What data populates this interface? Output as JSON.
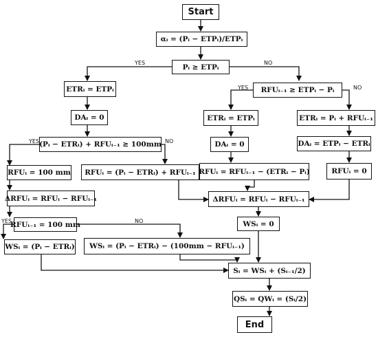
{
  "nodes": {
    "start": "Start",
    "alpha": "αᵢ = (Pᵢ − ETPᵢ)/ETPᵢ",
    "dec1": "Pᵢ ≥ ETPᵢ",
    "etr_left": "ETRᵢ = ETPᵢ",
    "da_left": "DAᵢ = 0",
    "dec_left": "(Pᵢ − ETRᵢ) + RFUᵢ₋₁ ≥ 100mm",
    "rfu100": "RFUᵢ = 100 mm",
    "rfu_sum": "RFUᵢ = (Pᵢ − ETRᵢ) + RFUᵢ₋₁",
    "drfu_left": "ΔRFUᵢ = RFUᵢ − RFUᵢ₋₁",
    "dec_prev": "RFUᵢ₋₁ = 100 mm",
    "ws_a": "WSᵢ = (Pᵢ − ETRᵢ)",
    "ws_b": "WSᵢ = (Pᵢ − ETRᵢ) − (100mm − RFUᵢ₋₁)",
    "dec_right": "RFUᵢ₋₁ ≥ ETPᵢ − Pᵢ",
    "etr_mid": "ETRᵢ = ETPᵢ",
    "etr_right": "ETRᵢ = Pᵢ + RFUᵢ₋₁",
    "da_mid": "DAᵢ = 0",
    "da_right": "DAᵢ = ETPᵢ − ETRᵢ",
    "rfu_diff": "RFUᵢ = RFUᵢ₋₁ − (ETRᵢ − Pᵢ)",
    "rfu0": "RFUᵢ = 0",
    "drfu_right": "ΔRFUᵢ = RFUᵢ − RFUᵢ₋₁",
    "ws0": "WSᵢ = 0",
    "s": "Sᵢ = WSᵢ + (Sᵢ₋₁/2)",
    "qs": "QSᵢ = QWᵢ = (Sᵢ/2)",
    "end": "End"
  },
  "labels": {
    "yes": "YES",
    "no": "NO"
  }
}
